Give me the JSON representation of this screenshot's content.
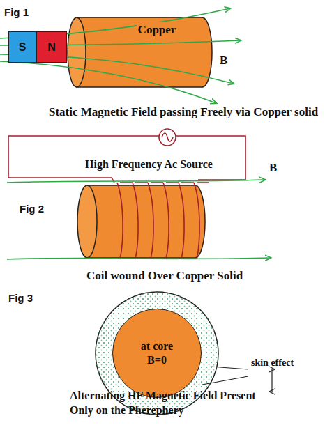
{
  "diagram": {
    "nodes": [
      {
        "text": [
          "S"
        ]
      },
      {
        "text": [
          "N"
        ]
      },
      {
        "text": [
          "Copper"
        ]
      },
      {
        "text": [
          "at core",
          "B=0"
        ]
      }
    ],
    "labels": [
      "Fig 1",
      "B",
      "Static Magnetic Field passing Freely via Copper solid",
      "High Frequency Ac Source",
      "B",
      "Fig 2",
      "Coil wound Over Copper Solid",
      "Fig 3",
      "skin effect",
      "Alternating HF Magnetic Field Present Only on the Pherephery"
    ]
  }
}
